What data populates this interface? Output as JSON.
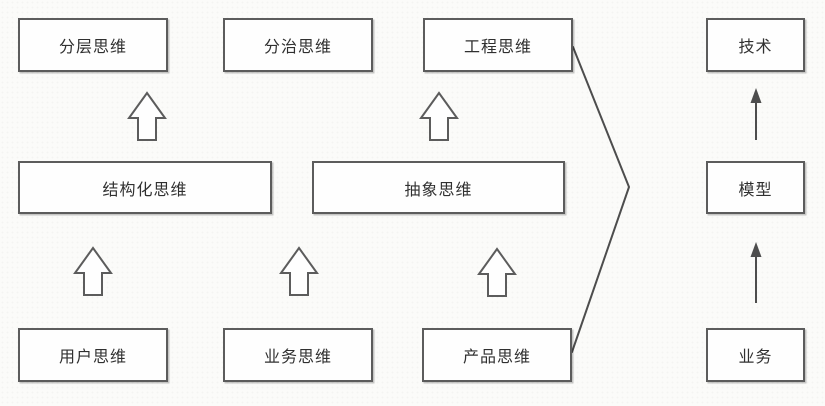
{
  "diagram": {
    "boxes": {
      "layered": {
        "label": "分层思维"
      },
      "divide": {
        "label": "分治思维"
      },
      "engineering": {
        "label": "工程思维"
      },
      "structured": {
        "label": "结构化思维"
      },
      "abstract": {
        "label": "抽象思维"
      },
      "user": {
        "label": "用户思维"
      },
      "business_thinking": {
        "label": "业务思维"
      },
      "product": {
        "label": "产品思维"
      },
      "technology": {
        "label": "技术"
      },
      "model": {
        "label": "模型"
      },
      "business": {
        "label": "业务"
      }
    },
    "icons": {
      "hollow_up_arrows": 5,
      "thin_up_arrows": 2,
      "merge_chevron": 1
    }
  },
  "colors": {
    "background": "#fbfbf9",
    "box_background": "#fefefe",
    "box_border": "#5c5c5c",
    "text": "#303030",
    "line": "#4d4d4d"
  }
}
